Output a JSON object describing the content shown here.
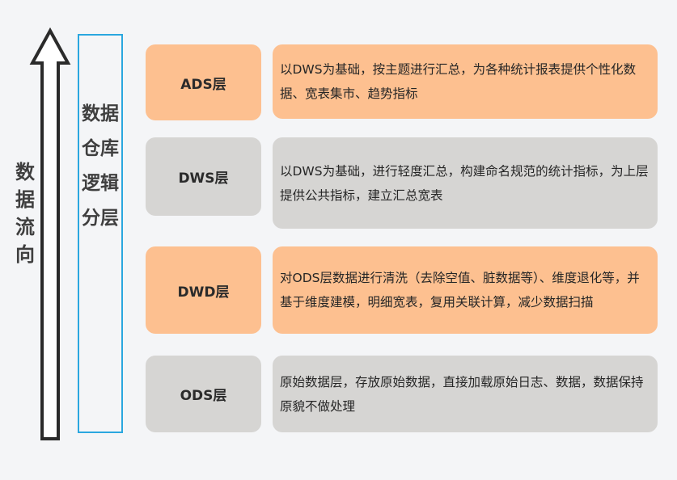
{
  "flow_label": "数据流向",
  "layer_box_label": "数据仓库逻辑分层",
  "layers": [
    {
      "name": "ADS层",
      "description": "以DWS为基础，按主题进行汇总，为各种统计报表提供个性化数据、宽表集市、趋势指标",
      "color": "#fdc090"
    },
    {
      "name": "DWS层",
      "description": "以DWS为基础，进行轻度汇总，构建命名规范的统计指标，为上层提供公共指标，建立汇总宽表",
      "color": "#d6d5d3"
    },
    {
      "name": "DWD层",
      "description": "对ODS层数据进行清洗（去除空值、脏数据等）、维度退化等，并基于维度建模，明细宽表，复用关联计算，减少数据扫描",
      "color": "#fdc090"
    },
    {
      "name": "ODS层",
      "description": "原始数据层，存放原始数据，直接加载原始日志、数据，数据保持原貌不做处理",
      "color": "#d6d5d3"
    }
  ],
  "colors": {
    "frame_border": "#2aa7df",
    "arrow_stroke": "#2b2b2b",
    "background": "#f4f5f7"
  }
}
